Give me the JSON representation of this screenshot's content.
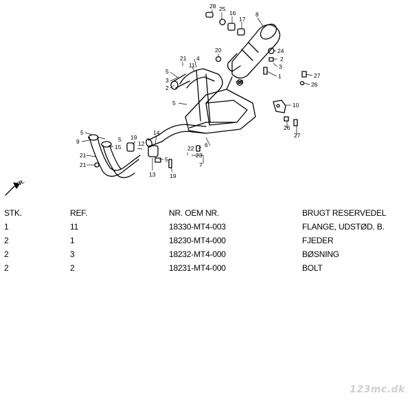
{
  "diagram": {
    "direction_label": "FR.",
    "callouts": [
      "28",
      "25",
      "16",
      "17",
      "8",
      "20",
      "21",
      "4",
      "24",
      "2",
      "3",
      "5",
      "11",
      "18",
      "1",
      "12",
      "27",
      "26",
      "10",
      "22",
      "23",
      "7",
      "9",
      "13",
      "19",
      "14",
      "6",
      "15"
    ]
  },
  "table": {
    "headers": {
      "qty": "STK.",
      "ref": "REF.",
      "oem": "NR. OEM NR.",
      "desc": "BRUGT RESERVEDEL"
    },
    "rows": [
      {
        "qty": "1",
        "ref": "11",
        "oem": "18330-MT4-003",
        "desc": "FLANGE, UDSTØD. B."
      },
      {
        "qty": "2",
        "ref": "1",
        "oem": "18230-MT4-000",
        "desc": "FJEDER"
      },
      {
        "qty": "2",
        "ref": "3",
        "oem": "18232-MT4-000",
        "desc": "BØSNING"
      },
      {
        "qty": "2",
        "ref": "2",
        "oem": "18231-MT4-000",
        "desc": "BOLT"
      }
    ]
  },
  "watermark": "123mc.dk"
}
